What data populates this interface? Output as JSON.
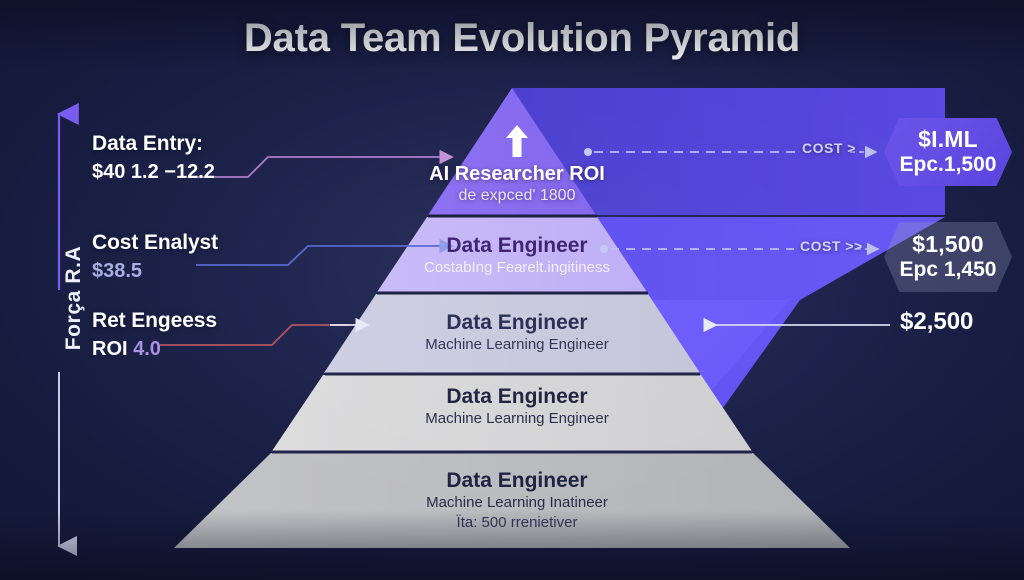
{
  "header": {
    "title": "Data Team Evolution Pyramid"
  },
  "axis": {
    "label": "Força R.A",
    "up_arrow_color": "#7b5cf0",
    "down_arrow_color": "#d8dbf0"
  },
  "left_labels": [
    {
      "title": "Data Entry:",
      "value": "$40  1.2 −12.2",
      "connector_color": "#b07acb"
    },
    {
      "title": "Cost Enalyst",
      "value": "$38.5",
      "connector_color": "#5566cf"
    },
    {
      "title": "Ret Engeess",
      "value_prefix": "ROI",
      "value": "4.0",
      "connector_color": "#b4515e"
    }
  ],
  "pyramid": {
    "tiers": [
      {
        "icon": "up-arrow-icon",
        "main": "AI Researcher ROI",
        "sub": "de expced' 1800",
        "fill": "#8a6cf0"
      },
      {
        "main": "Data Engineer",
        "sub": "CostabIng Fearelt.ingitiness",
        "fill": "#c3b4f6"
      },
      {
        "main": "Data Engineer",
        "sub": "Machine Learning Engineer",
        "fill": "#c9cade"
      },
      {
        "main": "Data Engineer",
        "sub": "Machine Learning Engineer",
        "fill": "#d4d5d6"
      },
      {
        "main": "Data Engineer",
        "sub": "Machine Learning Inatineer",
        "sub2": "Ïta: 500 rrenietiver",
        "fill": "#b9babd"
      }
    ]
  },
  "cost_flows": [
    {
      "label": "COST >"
    },
    {
      "label": "COST >>"
    }
  ],
  "right_markers": [
    {
      "top": "$I.ML",
      "bottom": "Epc.1,500",
      "style": "solid-purple"
    },
    {
      "top": "$1,500",
      "bottom": "Epc 1,450",
      "style": "muted-gray"
    },
    {
      "value": "$2,500",
      "style": "plain"
    }
  ],
  "colors": {
    "background": "#1b2049",
    "accent_purple": "#6b55e8",
    "overlay_blue": "#5b4ef0",
    "title_text": "#ffffff"
  }
}
